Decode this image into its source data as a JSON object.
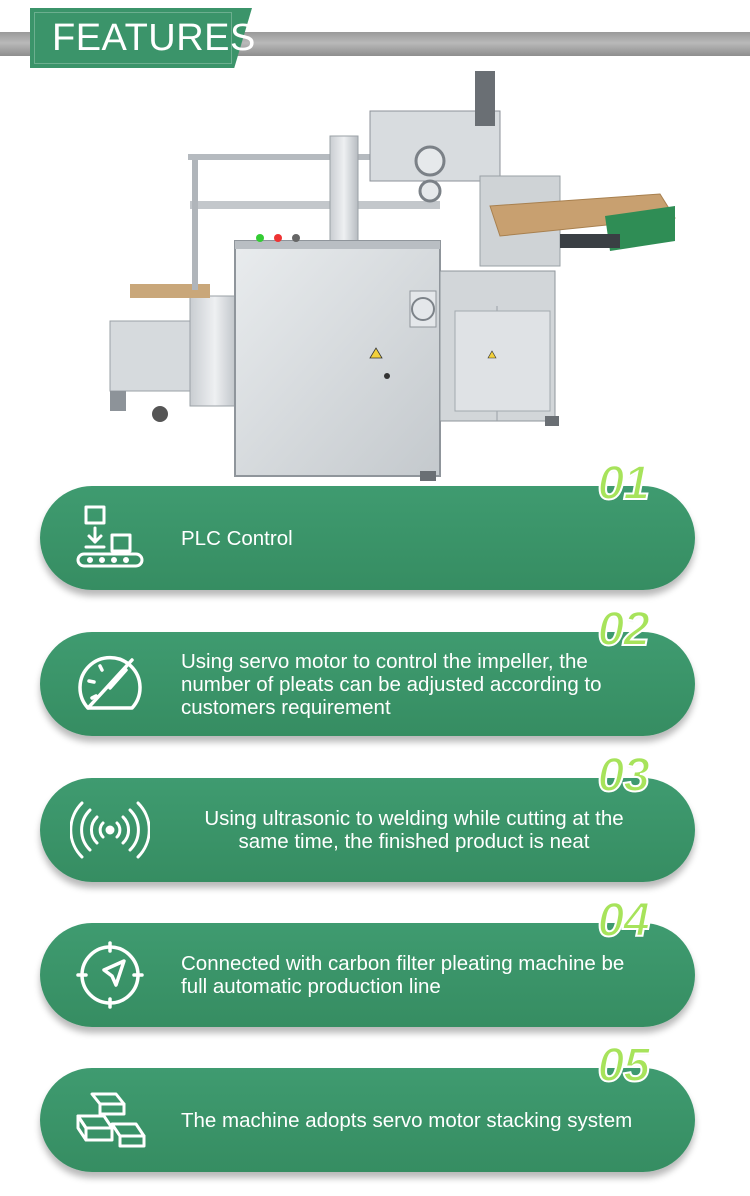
{
  "header": {
    "title": "FEATURES"
  },
  "features": [
    {
      "number": "01",
      "icon": "conveyor-box-icon",
      "text": "PLC Control"
    },
    {
      "number": "02",
      "icon": "gauge-icon",
      "text": "Using servo motor to control the impeller, the number of pleats can be adjusted according to customers requirement"
    },
    {
      "number": "03",
      "icon": "ultrasonic-wave-icon",
      "text": "Using ultrasonic to welding while cutting at the same time, the finished product is neat"
    },
    {
      "number": "04",
      "icon": "compass-icon",
      "text": "Connected with carbon filter pleating machine be full automatic production line"
    },
    {
      "number": "05",
      "icon": "stacked-bars-icon",
      "text": "The machine adopts servo motor stacking system"
    }
  ],
  "colors": {
    "brand_green": "#3b946a",
    "number_green": "#a7e35b",
    "header_gray": "#a8a8a8"
  }
}
